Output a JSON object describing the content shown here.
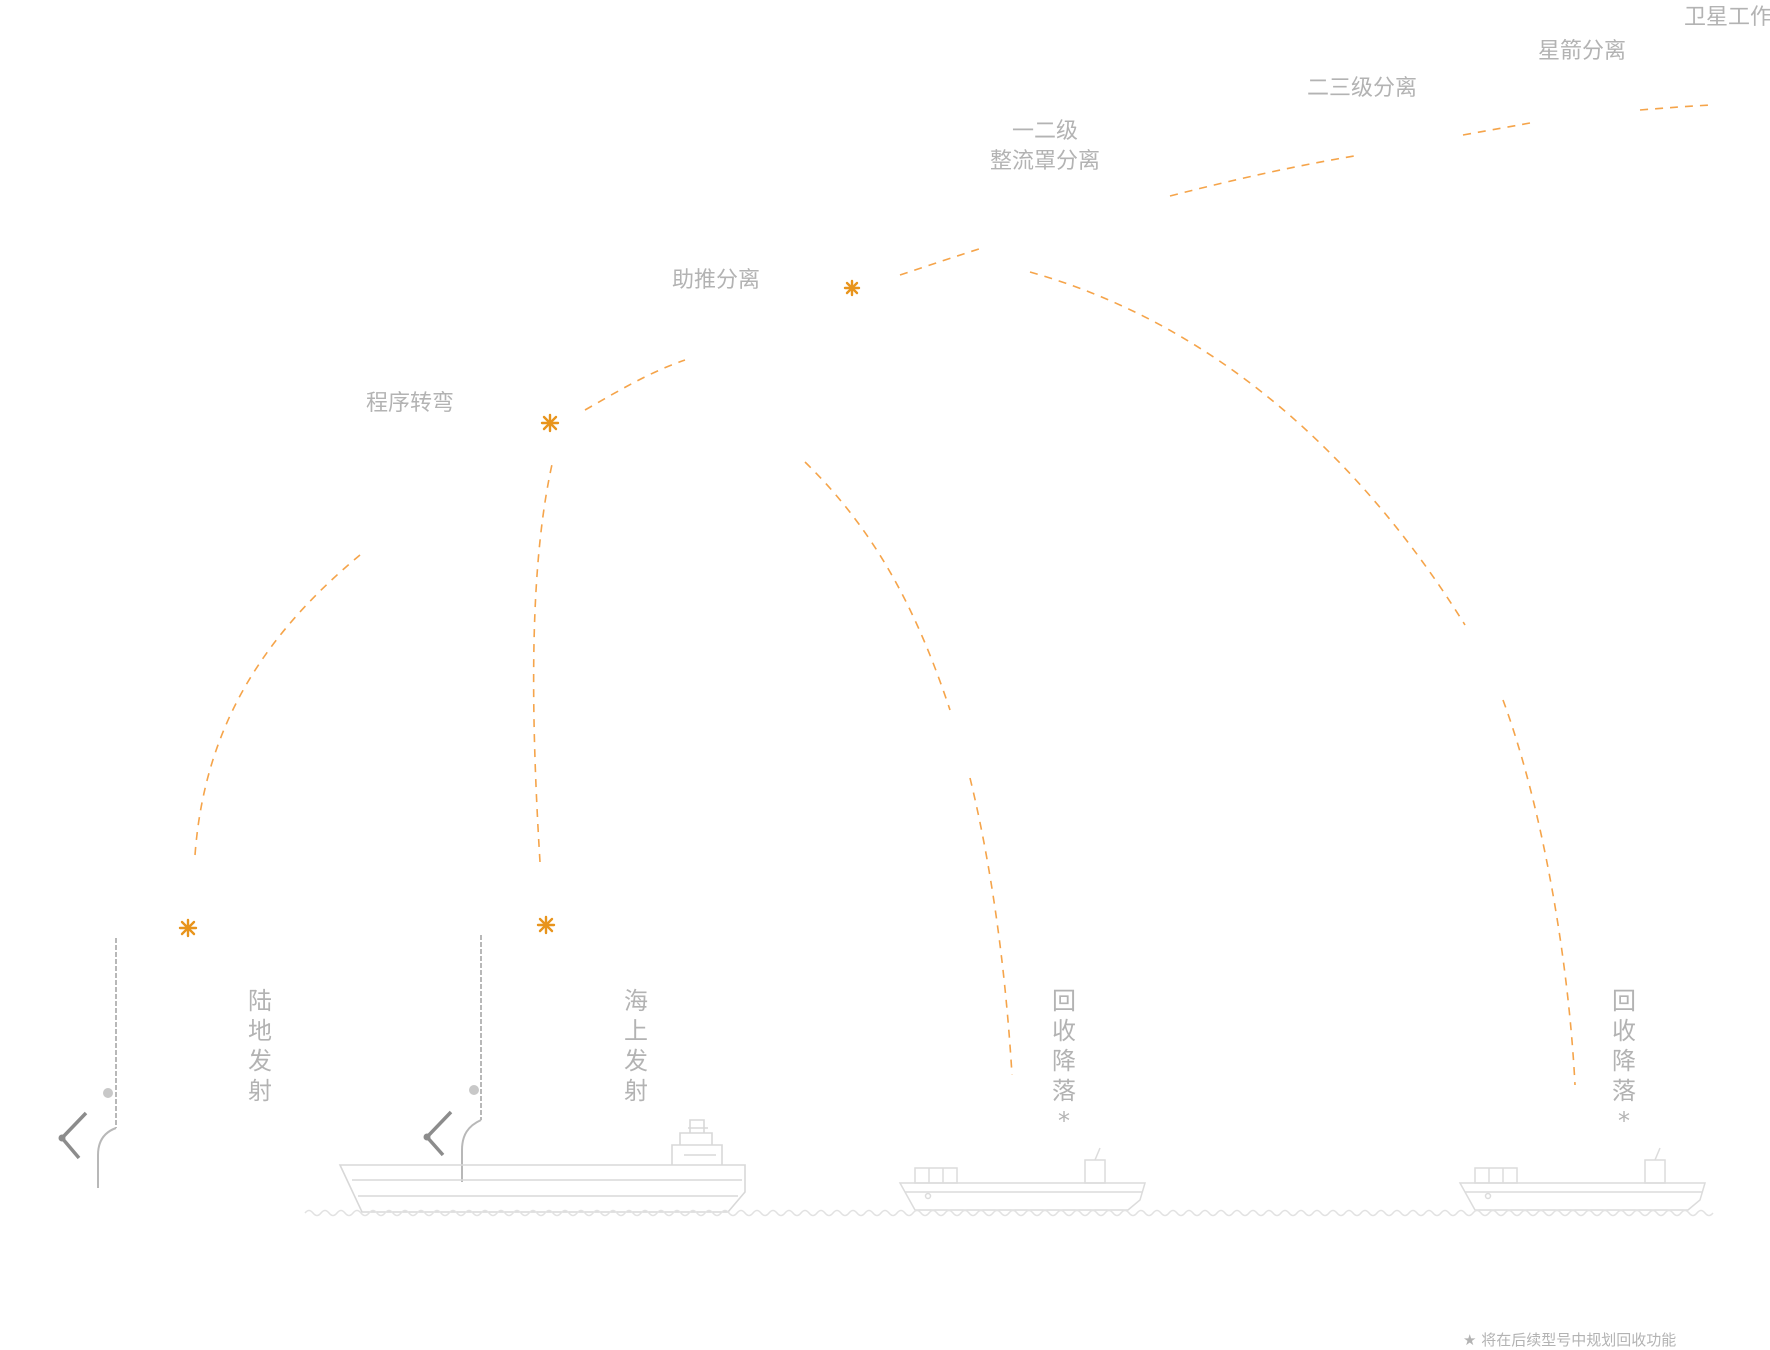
{
  "stages": {
    "satellite_work": "卫星工作",
    "satellite_rocket_separation": "星箭分离",
    "stage23_separation": "二三级分离",
    "stage12_line1": "一二级",
    "stage12_line2": "整流罩分离",
    "booster_separation": "助推分离",
    "pitch_over": "程序转弯"
  },
  "launch": {
    "land": [
      "陆",
      "地",
      "发",
      "射"
    ],
    "sea": [
      "海",
      "上",
      "发",
      "射"
    ]
  },
  "recovery": {
    "first": [
      "回",
      "收",
      "降",
      "落",
      "*"
    ],
    "second": [
      "回",
      "收",
      "降",
      "落",
      "*"
    ]
  },
  "footnote": {
    "star": "★",
    "text": "将在后续型号中规划回收功能"
  },
  "colors": {
    "trajectory": "#f5a44a",
    "event_marker": "#e8941c",
    "label": "#b3b3b3",
    "ground": "#d8d8d8"
  }
}
